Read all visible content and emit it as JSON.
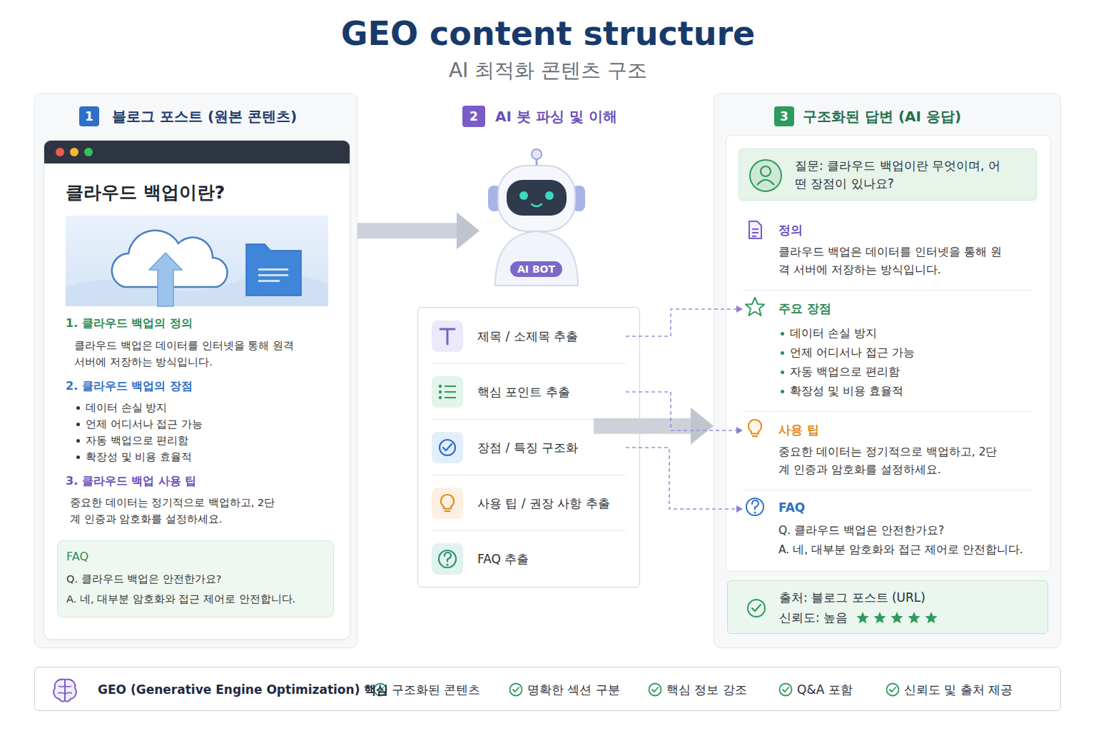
{
  "diagram": {
    "title": "GEO content structure",
    "nodes": [
      {
        "text": [
          "1",
          "블로그 포스트 (원본 콘텐츠)"
        ]
      },
      {
        "text": [
          "클라우드 백업이란?",
          "1. 클라우드 백업의 정의",
          "클라우드 백업은 데이터를 인터넷을 통해 원격 서버에 저장하는 방식입니다.",
          "2. 클라우드 백업의 장점",
          "데이터 손실 방지",
          "언제 어디서나 접근 가능",
          "자동 백업으로 편리함",
          "확장성 및 비용 효율적",
          "3. 클라우드 백업 사용 팁",
          "중요한 데이터는 정기적으로 백업하고, 2단계 인증과 암호화를 설정하세요."
        ],
        "in": 0
      },
      {
        "text": [
          "FAQ",
          "Q. 클라우드 백업은 안전한가요?",
          "A. 네, 대부분 암호화와 접근 제어로 안전합니다."
        ],
        "in": 1
      },
      {
        "text": [
          "AI BOT"
        ]
      },
      {
        "text": [
          "제목 / 소제목 추출"
        ]
      },
      {
        "text": [
          "핵심 포인트 추출"
        ]
      },
      {
        "text": [
          "장점 / 특징 구조화"
        ]
      },
      {
        "text": [
          "사용 팁 / 권장 사항 추출"
        ]
      },
      {
        "text": [
          "FAQ 추출"
        ]
      },
      {
        "text": [
          "3",
          "구조화된 답변 (AI 응답)"
        ]
      },
      {
        "text": [
          "질문: 클라우드 백업이란 무엇이며, 어떤 장점이 있나요?"
        ],
        "in": 9
      },
      {
        "text": [
          "정의",
          "클라우드 백업은 데이터를 인터넷을 통해 원격 서버에 저장하는 방식입니다."
        ],
        "in": 9
      },
      {
        "text": [
          "주요 장점",
          "데이터 손실 방지",
          "언제 어디서나 접근 가능",
          "자동 백업으로 편리함",
          "확장성 및 비용 효율적"
        ],
        "in": 9
      },
      {
        "text": [
          "사용 팁",
          "중요한 데이터는 정기적으로 백업하고, 2단계 인증과 암호화를 설정하세요."
        ],
        "in": 9
      },
      {
        "text": [
          "FAQ",
          "Q. 클라우드 백업은 안전한가요?",
          "A. 네, 대부분 암호화와 접근 제어로 안전합니다."
        ],
        "in": 9
      },
      {
        "text": [
          "출처: 블로그 포스트 (URL)",
          "신뢰도: 높음"
        ],
        "in": 9
      },
      {
        "text": [
          "GEO (Generative Engine Optimization) 핵심",
          "구조화된 콘텐츠",
          "명확한 섹션 구분",
          "핵심 정보 강조",
          "Q&A 포함",
          "신뢰도 및 출처 제공"
        ]
      }
    ],
    "edges": [
      {
        "from": 0,
        "to": 3,
        "arrow": "to"
      },
      {
        "from": 3,
        "to": 9,
        "arrow": "to"
      },
      {
        "from": 4,
        "to": 12,
        "arrow": "to"
      },
      {
        "from": 5,
        "to": 13,
        "arrow": "to"
      },
      {
        "from": 6,
        "to": 14,
        "arrow": "to"
      }
    ],
    "labels": [
      "AI 최적화 콘텐츠 구조",
      "2",
      "AI 봇 파싱 및 이해"
    ]
  }
}
